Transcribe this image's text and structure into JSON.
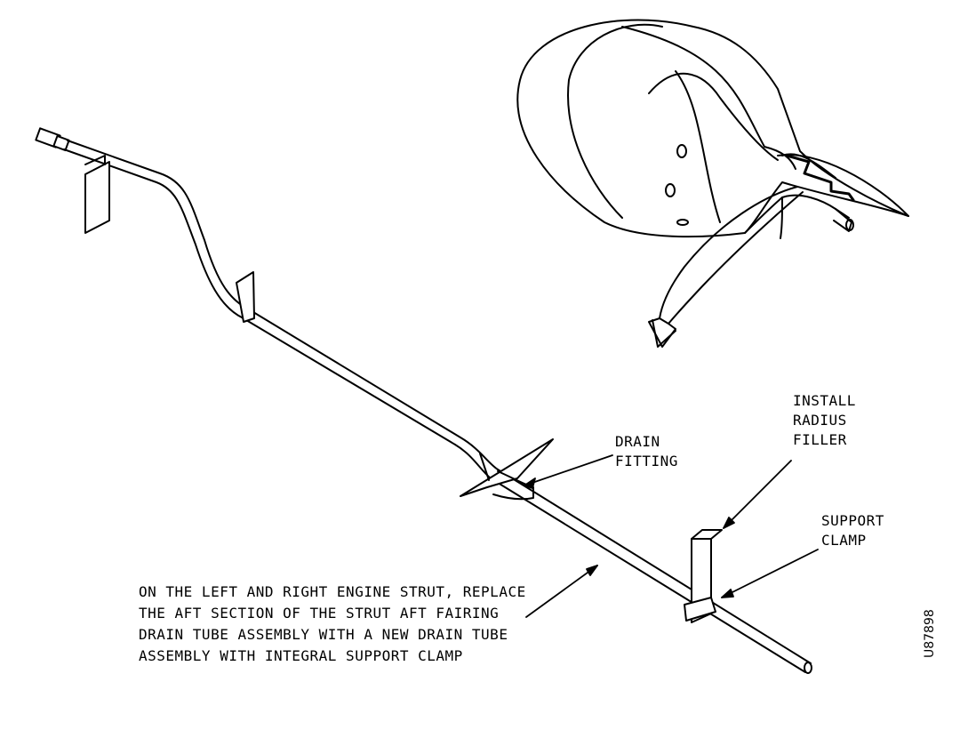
{
  "labels": {
    "drain_fitting": [
      "DRAIN",
      "FITTING"
    ],
    "radius_filler": [
      "INSTALL",
      "RADIUS",
      "FILLER"
    ],
    "support_clamp": [
      "SUPPORT",
      "CLAMP"
    ],
    "note": [
      "ON THE LEFT AND RIGHT ENGINE STRUT, REPLACE",
      "THE AFT SECTION OF THE STRUT AFT FAIRING",
      "DRAIN TUBE ASSEMBLY WITH A NEW DRAIN TUBE",
      "ASSEMBLY WITH INTEGRAL SUPPORT CLAMP"
    ]
  },
  "figure_id": "U87898"
}
